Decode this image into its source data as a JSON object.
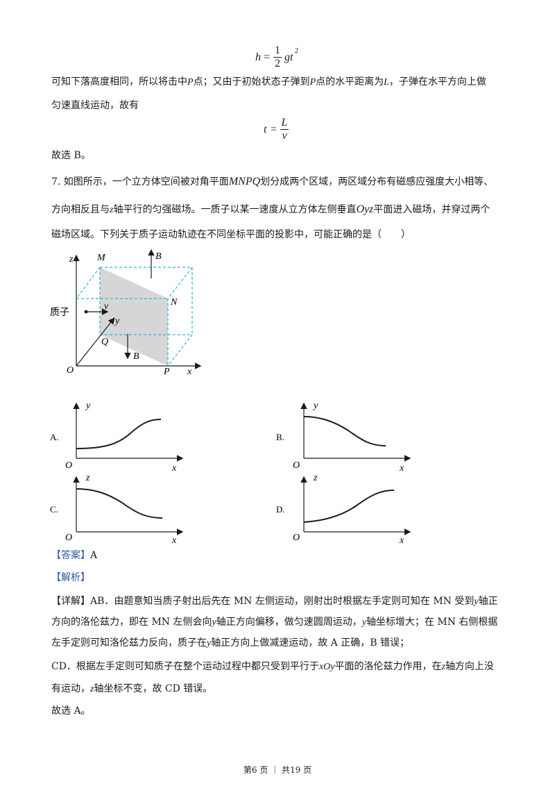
{
  "formula1": {
    "lhs": "h",
    "eq": "=",
    "num": "1",
    "den": "2",
    "rest": "gt",
    "sup": "2"
  },
  "para1": {
    "line1_a": "可知下落高度相同，所以将击中",
    "line1_P": "P",
    "line1_b": "点；又由于初始状态子弹到",
    "line1_P2": "P",
    "line1_c": "点的水平距离为",
    "line1_L": "L",
    "line1_d": "，子弹在水平方向上做",
    "line2": "匀速直线运动，故有"
  },
  "formula2": {
    "lhs": "t",
    "eq": "=",
    "num": "L",
    "den": "v"
  },
  "choose_b": "故选 B。",
  "question": {
    "line1_a": "7. 如图所示，一个立方体空间被对角平面",
    "line1_plane": "MNPQ",
    "line1_b": "划分成两个区域，两区域分布有磁感应强度大小相等、",
    "line2_a": "方向相反且与",
    "line2_z": "z",
    "line2_b": "轴平行的匀强磁场。一质子以某一速度从立方体左侧垂直",
    "line2_plane": "Oyz",
    "line2_c": "平面进入磁场，并穿过两个",
    "line3": "磁场区域。下列关于质子运动轨迹在不同坐标平面的投影中，可能正确的是（　　）"
  },
  "figure": {
    "label_z": "z",
    "label_M": "M",
    "label_B_top": "B",
    "label_N": "N",
    "label_proton": "质子",
    "label_v": "v",
    "label_y": "y",
    "label_Q": "Q",
    "label_B_bottom": "B",
    "label_O": "O",
    "label_P": "P",
    "label_x": "x"
  },
  "options": [
    {
      "letter": "A.",
      "ylabel": "y",
      "origin": "O",
      "xlabel": "x"
    },
    {
      "letter": "B.",
      "ylabel": "y",
      "origin": "O",
      "xlabel": "x"
    },
    {
      "letter": "C.",
      "ylabel": "z",
      "origin": "O",
      "xlabel": "x"
    },
    {
      "letter": "D.",
      "ylabel": "z",
      "origin": "O",
      "xlabel": "x"
    }
  ],
  "answer": {
    "tag": "【答案】",
    "value": "A"
  },
  "analysis": {
    "tag": "【解析】"
  },
  "detail": {
    "tag": "【详解】",
    "l1_a": "AB．由题意知当质子射出后先在 MN 左侧运动，刚射出时根据左手定则可知在 MN 受到",
    "l1_y": "y",
    "l1_b": "轴正",
    "l2_a": "方向的洛伦兹力，即在 MN 左侧会向",
    "l2_y": "y",
    "l2_b": "轴正方向偏移，做匀速圆周运动，",
    "l2_y2": "y",
    "l2_c": "轴坐标增大；在 MN 右侧根据",
    "l3_a": "左手定则可知洛伦兹力反向，质子在",
    "l3_y": "y",
    "l3_b": "轴正方向上做减速运动，故 A 正确，B 错误；",
    "l4_a": "CD．根据左手定则可知质子在整个运动过程中都只受到平行于",
    "l4_xOy": "xOy",
    "l4_b": "平面的洛伦兹力作用，在",
    "l4_z": "z",
    "l4_c": "轴方向上没",
    "l5_a": "有运动，",
    "l5_z": "z",
    "l5_b": "轴坐标不变，故 CD 错误。",
    "l6": "故选 A。"
  },
  "footer": "第6 页 ｜ 共19 页",
  "colors": {
    "accent": "#2c57a6",
    "cube_dash": "#2fb3d6",
    "shade": "#d6d6d6"
  }
}
